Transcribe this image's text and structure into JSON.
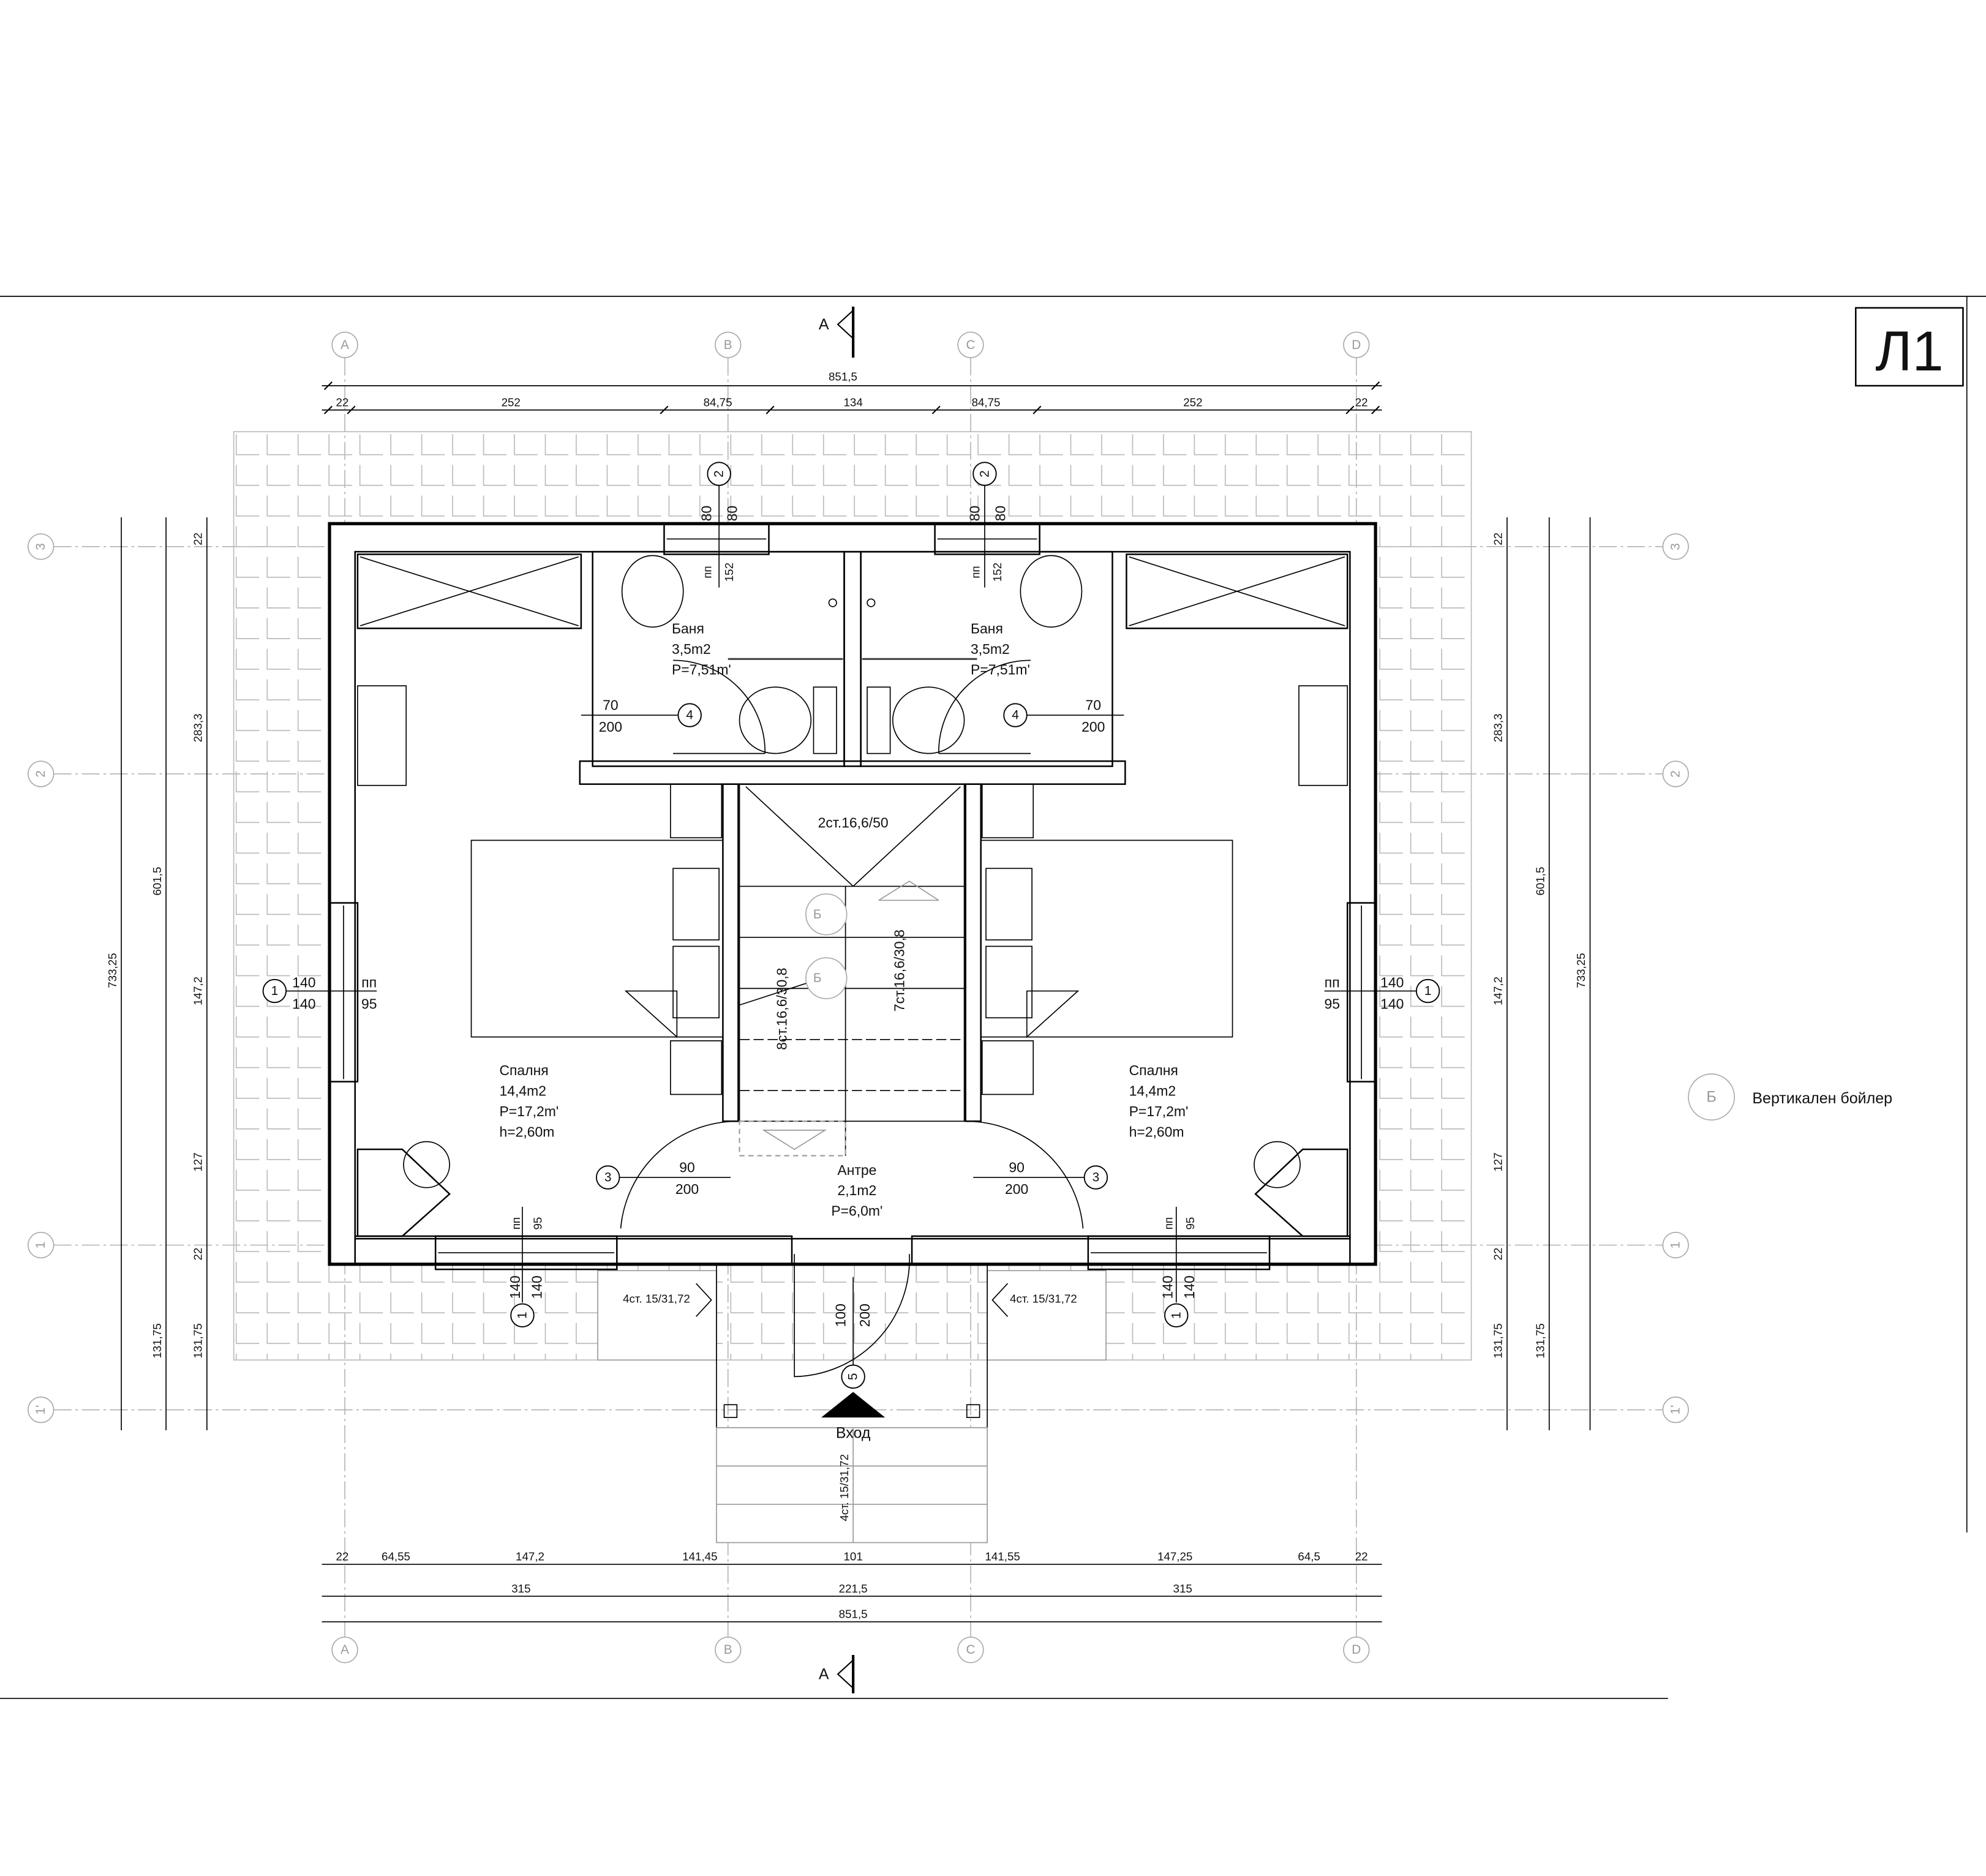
{
  "sheet": {
    "label": "Л1"
  },
  "section_marks": {
    "top": "А",
    "bottom": "А"
  },
  "axes": {
    "columns": [
      "A",
      "B",
      "C",
      "D"
    ],
    "rows": [
      "3",
      "2",
      "1",
      "1'"
    ]
  },
  "dimensions": {
    "top_total": "851,5",
    "top_chain": [
      "22",
      "252",
      "84,75",
      "134",
      "84,75",
      "252",
      "22"
    ],
    "bottom_chain": [
      "22",
      "64,55",
      "147,2",
      "141,45",
      "101",
      "141,55",
      "147,25",
      "64,5",
      "22"
    ],
    "bottom_mid": [
      "315",
      "221,5",
      "315"
    ],
    "bottom_total": "851,5",
    "side_total": "733,25",
    "side_sub": [
      "601,5",
      "131,75"
    ],
    "side_chain": [
      "22",
      "283,3",
      "147,2",
      "127",
      "22",
      "131,75"
    ]
  },
  "rooms": {
    "bath_left": [
      "Баня",
      "3,5m2",
      "P=7,51m'"
    ],
    "bath_right": [
      "Баня",
      "3,5m2",
      "P=7,51m'"
    ],
    "bed_left": [
      "Спалня",
      "14,4m2",
      "P=17,2m'",
      "h=2,60m"
    ],
    "bed_right": [
      "Спалня",
      "14,4m2",
      "P=17,2m'",
      "h=2,60m"
    ],
    "hall": [
      "Антре",
      "2,1m2",
      "P=6,0m'"
    ]
  },
  "openings": {
    "w2": {
      "tag": "2",
      "a": "80",
      "b": "80",
      "sill": "пп",
      "sill_h": "152"
    },
    "w1_side": {
      "tag": "1",
      "a": "140",
      "b": "140",
      "sill": "пп",
      "sill_h": "95"
    },
    "w1_front": {
      "tag": "1",
      "a": "140",
      "b": "140",
      "sill": "пп",
      "sill_h": "95"
    },
    "d4": {
      "tag": "4",
      "w": "70",
      "h": "200"
    },
    "d3": {
      "tag": "3",
      "w": "90",
      "h": "200"
    },
    "d5": {
      "tag": "5",
      "w": "100",
      "h": "200"
    }
  },
  "stairs": {
    "landing": "2ст.16,6/50",
    "flight_left": "8ст.16,6/30,8",
    "flight_right": "7ст.16,6/30,8",
    "entry_steps": "4ст. 15/31,72",
    "front_steps": "4ст. 15/31,72"
  },
  "boiler_tag": "Б",
  "entrance": "Вход",
  "legend": {
    "symbol": "Б",
    "text": "Вертикален бойлер"
  }
}
